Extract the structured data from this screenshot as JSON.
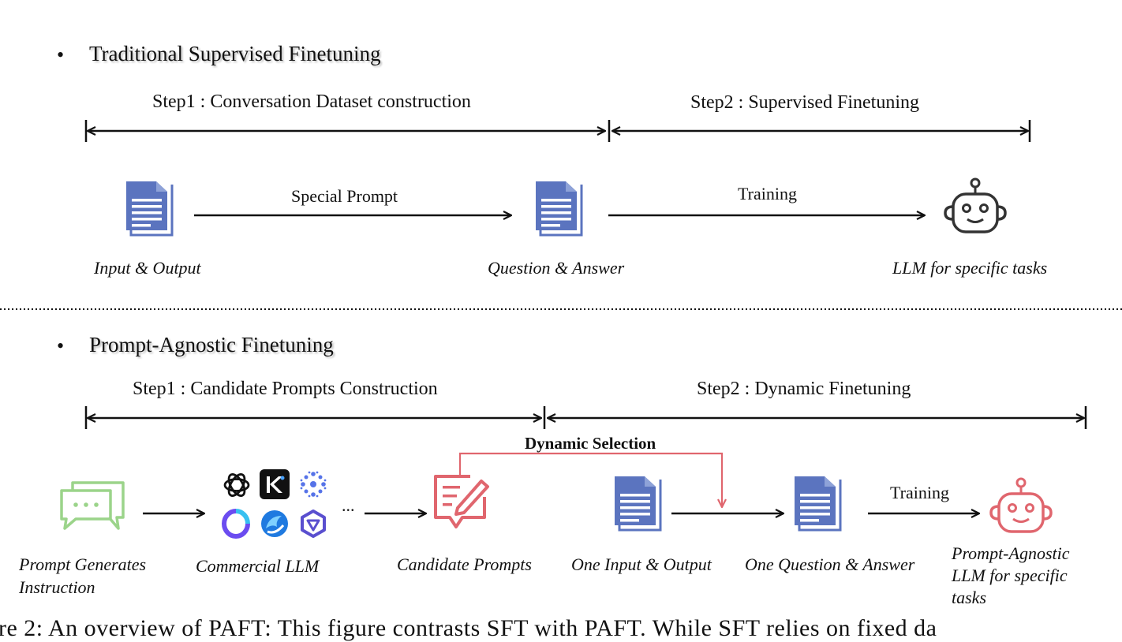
{
  "sft": {
    "title": "Traditional Supervised Finetuning",
    "step1": "Step1 : Conversation Dataset construction",
    "step2": "Step2 : Supervised Finetuning",
    "edge1": "Special Prompt",
    "edge2": "Training",
    "node1": "Input & Output",
    "node2": "Question & Answer",
    "node3": "LLM for specific tasks"
  },
  "paft": {
    "title": "Prompt-Agnostic Finetuning",
    "step1": "Step1 : Candidate Prompts Construction",
    "step2": "Step2 :  Dynamic Finetuning",
    "dynamic": "Dynamic Selection",
    "ellipsis": "...",
    "edge_training": "Training",
    "node1_l1": "Prompt Generates",
    "node1_l2": "Instruction",
    "node2": "Commercial LLM",
    "node3": "Candidate Prompts",
    "node4": "One Input & Output",
    "node5": "One Question & Answer",
    "node6_l1": "Prompt-Agnostic",
    "node6_l2": "LLM for specific",
    "node6_l3": "tasks"
  },
  "bullet": "•",
  "caption": "re 2:  An overview of PAFT: This figure contrasts SFT with PAFT. While SFT relies on fixed da",
  "colors": {
    "doc_blue": "#5b74bf",
    "chat_green": "#9bd48a",
    "red": "#e0666e",
    "dark": "#111111"
  },
  "icons": [
    "document-icon",
    "robot-icon",
    "chat-bubble-icon",
    "openai-icon",
    "kimi-icon",
    "asterisk-logo-icon",
    "ring-logo-icon",
    "swirl-logo-icon",
    "qwen-logo-icon",
    "edit-prompt-icon"
  ]
}
